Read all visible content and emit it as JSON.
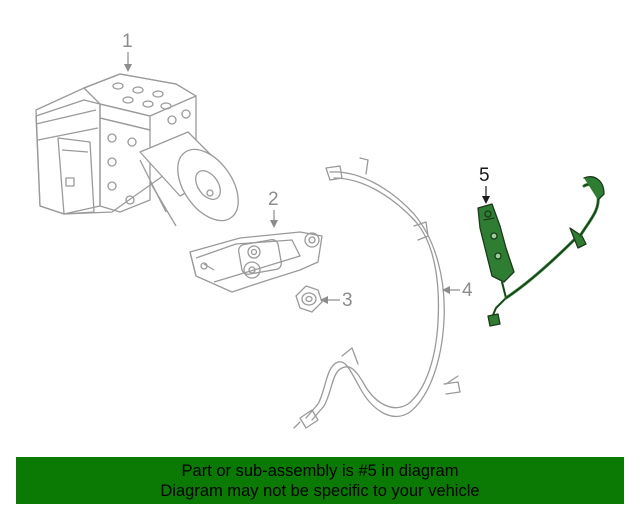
{
  "callouts": {
    "c1": "1",
    "c2": "2",
    "c3": "3",
    "c4": "4",
    "c5": "5"
  },
  "banner": {
    "line1": "Part or sub-assembly is #5 in diagram",
    "line2": "Diagram may not be specific to your vehicle"
  },
  "colors": {
    "line_gray": "#9a9a9a",
    "highlight_part": "#2e7d32",
    "banner_bg": "#0b7a04"
  }
}
